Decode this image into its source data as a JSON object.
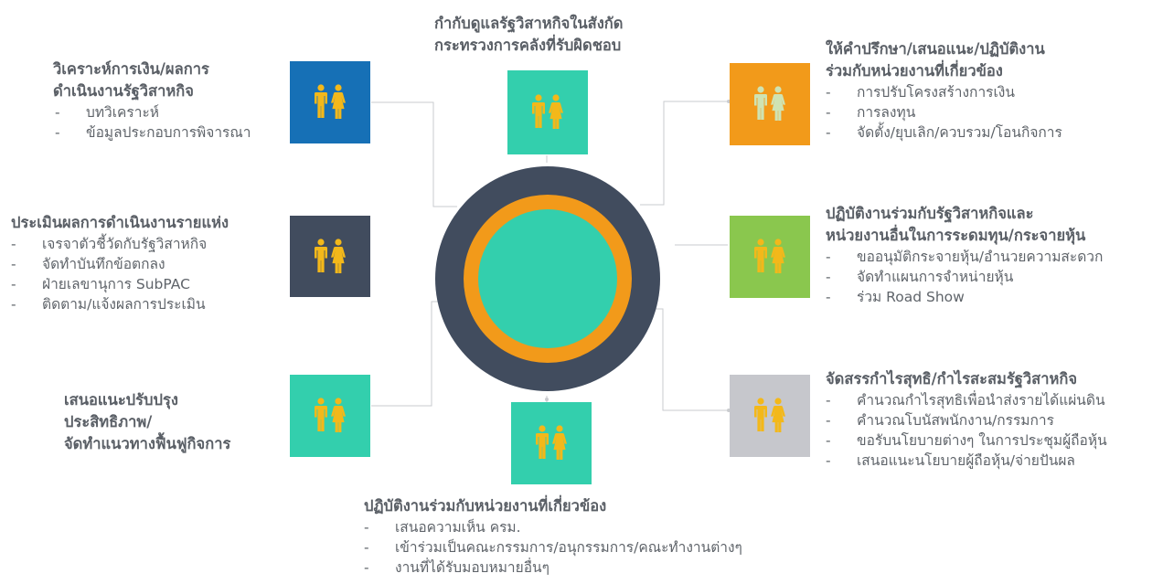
{
  "colors": {
    "blue": "#1670b6",
    "slate": "#414c5e",
    "teal": "#33cfad",
    "orange": "#f29a1a",
    "green": "#8ac74e",
    "grey": "#c6c7cc",
    "people_gold": "#f3b81a",
    "people_light": "#cfe3b3"
  },
  "icons": [
    "male-female-icon"
  ],
  "center": {
    "rings": [
      "slate",
      "orange",
      "teal"
    ]
  },
  "top": {
    "title_lines": [
      "กำกับดูแลรัฐวิสาหกิจในสังกัด",
      "กระทรวงการคลังที่รับผิดชอบ"
    ]
  },
  "left1": {
    "title_lines": [
      "วิเคราะห์การเงิน/ผลการ",
      "ดำเนินงานรัฐวิสาหกิจ"
    ],
    "items": [
      "บทวิเคราะห์",
      "ข้อมูลประกอบการพิจารณา"
    ]
  },
  "left2": {
    "title_lines": [
      "ประเมินผลการดำเนินงานรายแห่ง"
    ],
    "items": [
      "เจรจาตัวชี้วัดกับรัฐวิสาหกิจ",
      "จัดทำบันทึกข้อตกลง",
      "ฝ่ายเลขานุการ SubPAC",
      "ติดตาม/แจ้งผลการประเมิน"
    ]
  },
  "left3": {
    "title_lines": [
      "เสนอแนะปรับปรุง",
      "ประสิทธิภาพ/",
      "จัดทำแนวทางฟื้นฟูกิจการ"
    ]
  },
  "bottom": {
    "title_lines": [
      "ปฏิบัติงานร่วมกับหน่วยงานที่เกี่ยวข้อง"
    ],
    "items": [
      "เสนอความเห็น ครม.",
      "เข้าร่วมเป็นคณะกรรมการ/อนุกรรมการ/คณะทำงานต่างๆ",
      "งานที่ได้รับมอบหมายอื่นๆ"
    ]
  },
  "right1": {
    "title_lines": [
      "ให้คำปรึกษา/เสนอแนะ/ปฏิบัติงาน",
      "ร่วมกับหน่วยงานที่เกี่ยวข้อง"
    ],
    "items": [
      "การปรับโครงสร้างการเงิน",
      "การลงทุน",
      "จัดตั้ง/ยุบเลิก/ควบรวม/โอนกิจการ"
    ]
  },
  "right2": {
    "title_lines": [
      "ปฏิบัติงานร่วมกับรัฐวิสาหกิจและ",
      "หน่วยงานอื่นในการระดมทุน/กระจายหุ้น"
    ],
    "items": [
      "ขออนุมัติกระจายหุ้น/อำนวยความสะดวก",
      "จัดทำแผนการจำหน่ายหุ้น",
      "ร่วม Road Show"
    ]
  },
  "right3": {
    "title_lines": [
      "จัดสรรกำไรสุทธิ/กำไรสะสมรัฐวิสาหกิจ"
    ],
    "items": [
      "คำนวณกำไรสุทธิเพื่อนำส่งรายได้แผ่นดิน",
      "คำนวณโบนัสพนักงาน/กรรมการ",
      "ขอรับนโยบายต่างๆ ในการประชุมผู้ถือหุ้น",
      "เสนอแนะนโยบายผู้ถือหุ้น/จ่ายปันผล"
    ]
  }
}
